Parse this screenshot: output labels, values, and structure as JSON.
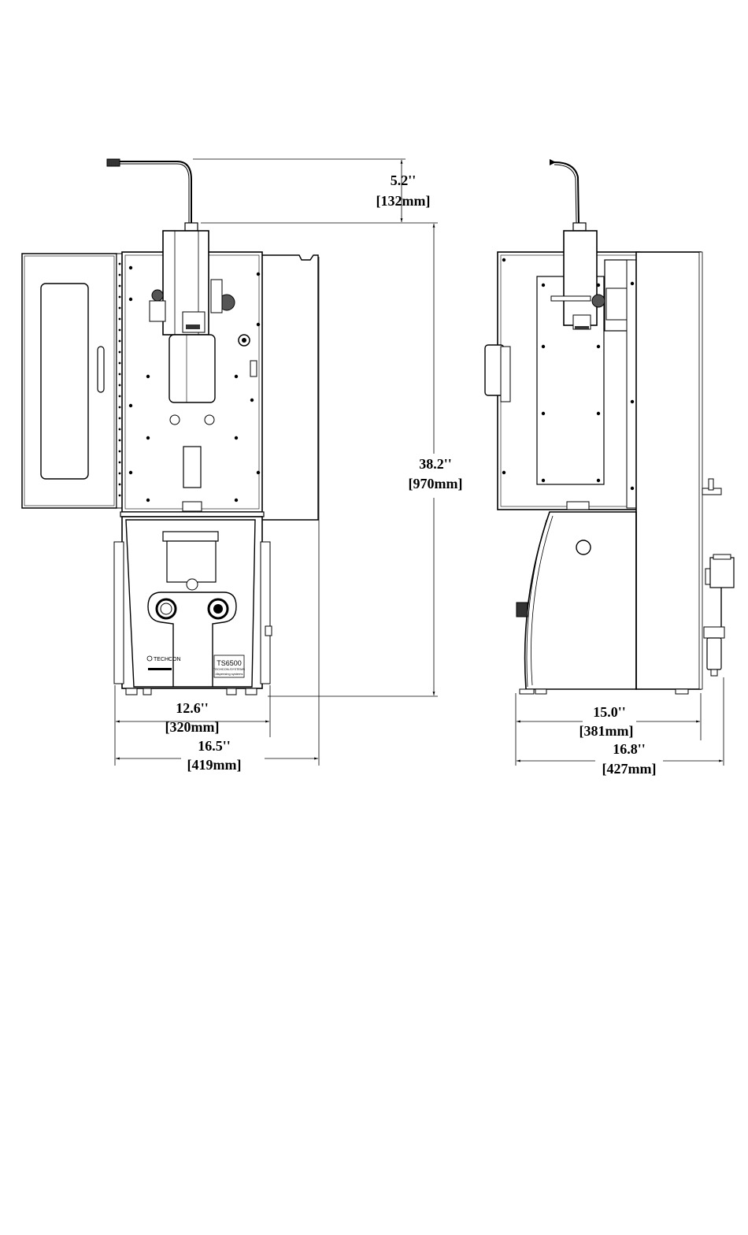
{
  "front_view": {
    "dims": {
      "needle_height_in": "5.2''",
      "needle_height_mm": "[132mm]",
      "height_in": "38.2''",
      "height_mm": "[970mm]",
      "base_width_in": "12.6''",
      "base_width_mm": "[320mm]",
      "overall_width_in": "16.5''",
      "overall_width_mm": "[419mm]"
    },
    "label": {
      "brand": "TECHCON",
      "model": "TS6500",
      "model_sub": "TECHCON-SYSTEMS",
      "model_note": "dispensing systems"
    }
  },
  "side_view": {
    "dims": {
      "depth_in": "15.0''",
      "depth_mm": "[381mm]",
      "overall_depth_in": "16.8''",
      "overall_depth_mm": "[427mm]"
    }
  },
  "colors": {
    "line": "#000000",
    "background": "#ffffff",
    "panel_gray": "#e8e8e8"
  }
}
